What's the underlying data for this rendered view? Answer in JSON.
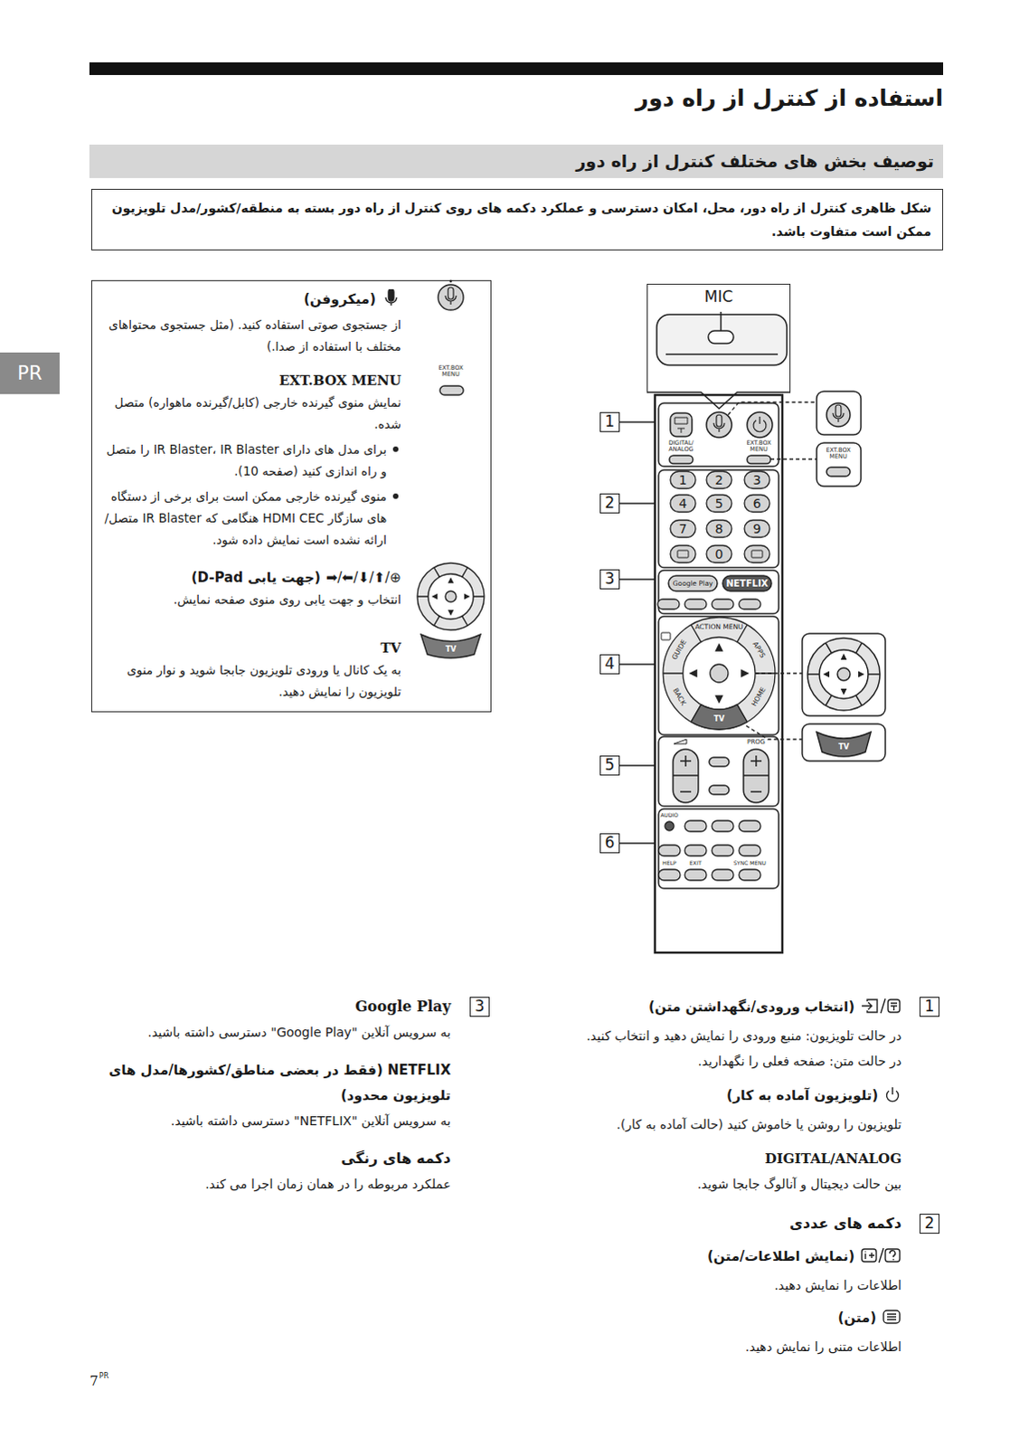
{
  "diagram": {
    "title": "استفاده از کنترل از راه دور",
    "nodes": [
      {
        "text": [
          "توصیف بخش های مختلف کنترل از راه دور"
        ]
      },
      {
        "text": [
          "شکل ظاهری کنترل از راه دور، محل، امکان دسترسی و عملکرد دکمه های روی کنترل از راه دور بسته به منطقه/کشور/مدل تلویزیون ممکن است متفاوت باشد."
        ]
      },
      {
        "text": [
          "PR"
        ]
      },
      {
        "text": [
          "(میکروفن)",
          "از جستجوی صوتی استفاده کنید. (مثل جستجوی محتواهای مختلف با استفاده از صدا.)",
          "EXT.BOX MENU",
          "نمایش منوی گیرنده خارجی (کابل/گیرنده ماهواره) متصل شده.",
          "برای مدل های دارای IR Blaster، IR Blaster را متصل و راه اندازی کنید (صفحه 10).",
          "منوی گیرنده خارجی ممکن است برای برخی از دستگاه های سازگار HDMI CEC هنگامی که IR Blaster متصل/ارائه نشده است نمایش داده شود.",
          "⊕/⬆/⬇/⬅/➡",
          "(جهت یابی D-Pad)",
          "انتخاب و جهت یابی روی منوی صفحه نمایش.",
          "TV",
          "به یک کانال یا ورودی تلویزیون جابجا شوید و نوار منوی تلویزیون را نمایش دهید."
        ]
      },
      {
        "text": [
          "MIC"
        ]
      },
      {
        "text": [
          "1"
        ]
      },
      {
        "text": [
          "2"
        ]
      },
      {
        "text": [
          "3"
        ]
      },
      {
        "text": [
          "4"
        ]
      },
      {
        "text": [
          "5"
        ]
      },
      {
        "text": [
          "6"
        ]
      },
      {
        "text": [
          "1"
        ]
      },
      {
        "text": [
          "2"
        ]
      },
      {
        "text": [
          "3"
        ]
      }
    ],
    "labels": [
      "7",
      "PR",
      "DIGITAL/ ANALOG",
      "EXT.BOX MENU",
      "1",
      "2",
      "3",
      "4",
      "5",
      "6",
      "7",
      "8",
      "9",
      "0",
      "Google Play",
      "NETFLIX",
      "ACTION MENU",
      "GUIDE",
      "APPS",
      "BACK",
      "HOME",
      "TV",
      "PROG",
      "AUDIO",
      "HELP",
      "EXIT",
      "SYNC MENU",
      "EXT.BOX MENU",
      "TV",
      "EXT.BOX MENU",
      "TV",
      "(انتخاب ورودی/نگهداشتن متن)",
      "در حالت تلویزیون: منبع ورودی را نمایش دهید و انتخاب کنید.",
      "در حالت متن: صفحه فعلی را نگهدارید.",
      "(تلویزیون آماده به کار)",
      "تلویزیون را روشن یا خاموش کنید (حالت آماده به کار).",
      "DIGITAL/ANALOG",
      "بین حالت دیجیتال و آنالوگ جابجا شوید.",
      "دکمه های عددی",
      "(نمایش اطلاعات/متن)",
      "اطلاعات را نمایش دهید.",
      "(متن)",
      "اطلاعات متنی را نمایش دهید.",
      "Google Play",
      "به سرویس آنلاین \"Google Play\" دسترسی داشته باشید.",
      "NETFLIX (فقط در بعضی مناطق/کشورها/مدل های تلویزیون محدود)",
      "به سرویس آنلاین \"NETFLIX\" دسترسی داشته باشید.",
      "دکمه های رنگی",
      "عملکرد مربوطه را در همان زمان اجرا می کند."
    ]
  }
}
